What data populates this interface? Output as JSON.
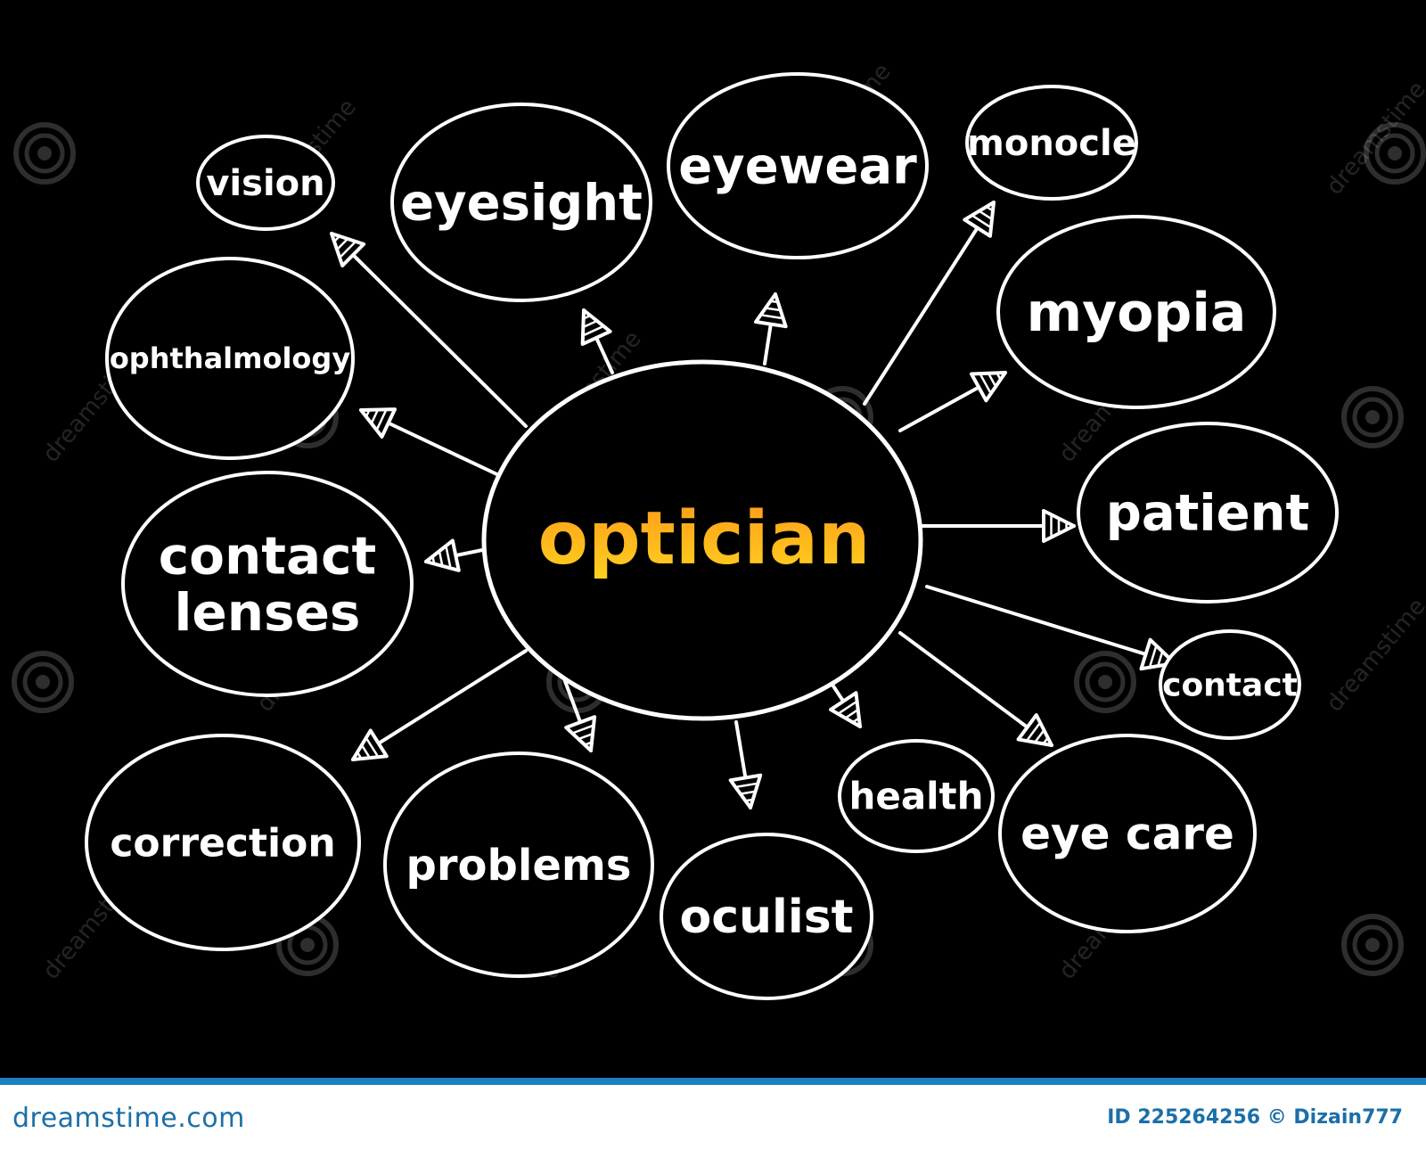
{
  "diagram": {
    "center": {
      "label": "optician"
    },
    "nodes": [
      {
        "id": "vision",
        "label": "vision"
      },
      {
        "id": "eyesight",
        "label": "eyesight"
      },
      {
        "id": "eyewear",
        "label": "eyewear"
      },
      {
        "id": "monocle",
        "label": "monocle"
      },
      {
        "id": "ophthalmology",
        "label": "ophthalmology"
      },
      {
        "id": "myopia",
        "label": "myopia"
      },
      {
        "id": "contact-lenses",
        "label": "contact lenses"
      },
      {
        "id": "patient",
        "label": "patient"
      },
      {
        "id": "contact",
        "label": "contact"
      },
      {
        "id": "correction",
        "label": "correction"
      },
      {
        "id": "problems",
        "label": "problems"
      },
      {
        "id": "oculist",
        "label": "oculist"
      },
      {
        "id": "health",
        "label": "health"
      },
      {
        "id": "eye-care",
        "label": "eye care"
      }
    ]
  },
  "watermark": {
    "text": "dreamstime",
    "icon": "spiral-logo-icon"
  },
  "footer": {
    "brand": "dreamstime.com",
    "credit": "ID 225264256 © Dizain777"
  },
  "colors": {
    "background": "#000000",
    "outline": "#ffffff",
    "center_gradient_top": "#ff9a1a",
    "center_gradient_bottom": "#ffd21f",
    "footer_strip": "#1b7fc0",
    "footer_text": "#1b6fa8"
  }
}
